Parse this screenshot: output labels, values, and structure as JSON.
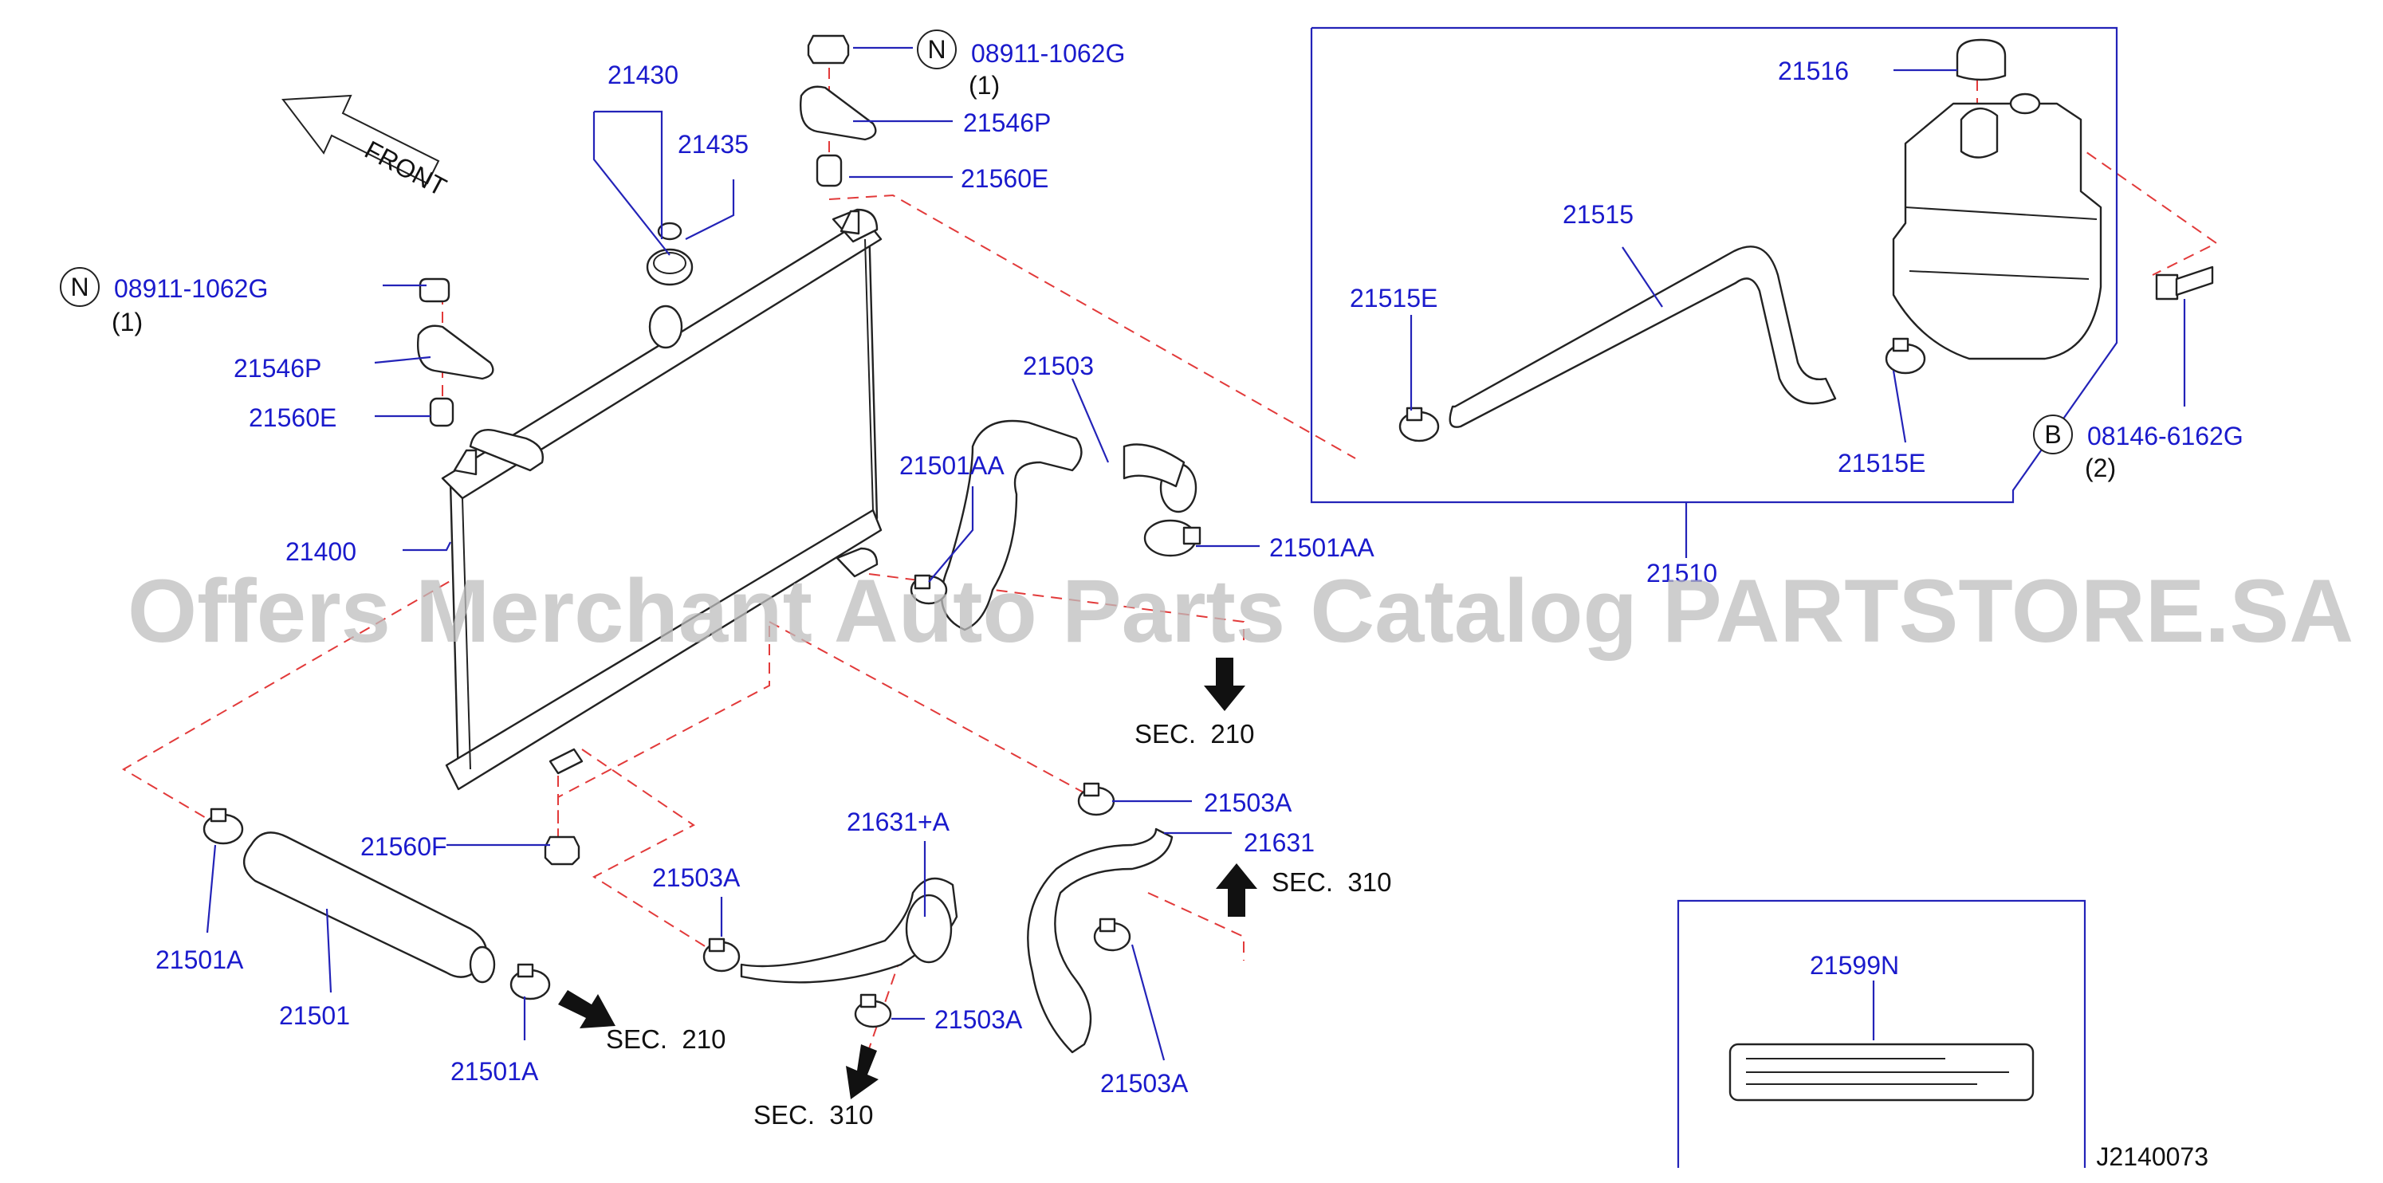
{
  "diagram_code": "J2140073",
  "watermark": "Offers Merchant Auto Parts Catalog PARTSTORE.SA",
  "front_label": "FRONT",
  "colors": {
    "label": "#1a1acc",
    "dashed_line": "#e23a3a",
    "leader": "#2323b8",
    "outline": "#222222"
  },
  "parts": {
    "p21400": "21400",
    "p21430": "21430",
    "p21435": "21435",
    "p21546p_left": "21546P",
    "p21560e_left": "21560E",
    "p08911_left": "08911-1062G",
    "p08911_left_qty": "(1)",
    "p21546p_top": "21546P",
    "p21560e_top": "21560E",
    "p08911_top": "08911-1062G",
    "p08911_top_qty": "(1)",
    "p21503": "21503",
    "p21501aa_left": "21501AA",
    "p21501aa_right": "21501AA",
    "p21516": "21516",
    "p21515": "21515",
    "p21515e_left": "21515E",
    "p21515e_right": "21515E",
    "p08146": "08146-6162G",
    "p08146_qty": "(2)",
    "p21510": "21510",
    "p21560f": "21560F",
    "p21501a_left": "21501A",
    "p21501": "21501",
    "p21501a_bottom": "21501A",
    "p21503a_left": "21503A",
    "p21631a": "21631+A",
    "p21503a_mid": "21503A",
    "p21503a_top": "21503A",
    "p21631": "21631",
    "p21503a_bottom": "21503A",
    "p21599n": "21599N"
  },
  "circle_marks": {
    "n_left": "N",
    "n_top": "N",
    "b": "B"
  },
  "sections": {
    "sec210_right": "SEC.  210",
    "sec310_right": "SEC.  310",
    "sec210_bottom": "SEC.  210",
    "sec310_bottom": "SEC.  310"
  }
}
